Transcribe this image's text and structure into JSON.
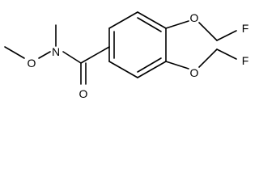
{
  "structure": {
    "atoms": {
      "amide_n": "N",
      "methoxy_o": "O",
      "carbonyl_o": "O",
      "ring_o_top": "O",
      "ring_o_bottom": "O",
      "fluorine_top": "F",
      "fluorine_bottom": "F"
    }
  },
  "colors": {
    "ink": "#000000",
    "background": "#ffffff"
  }
}
